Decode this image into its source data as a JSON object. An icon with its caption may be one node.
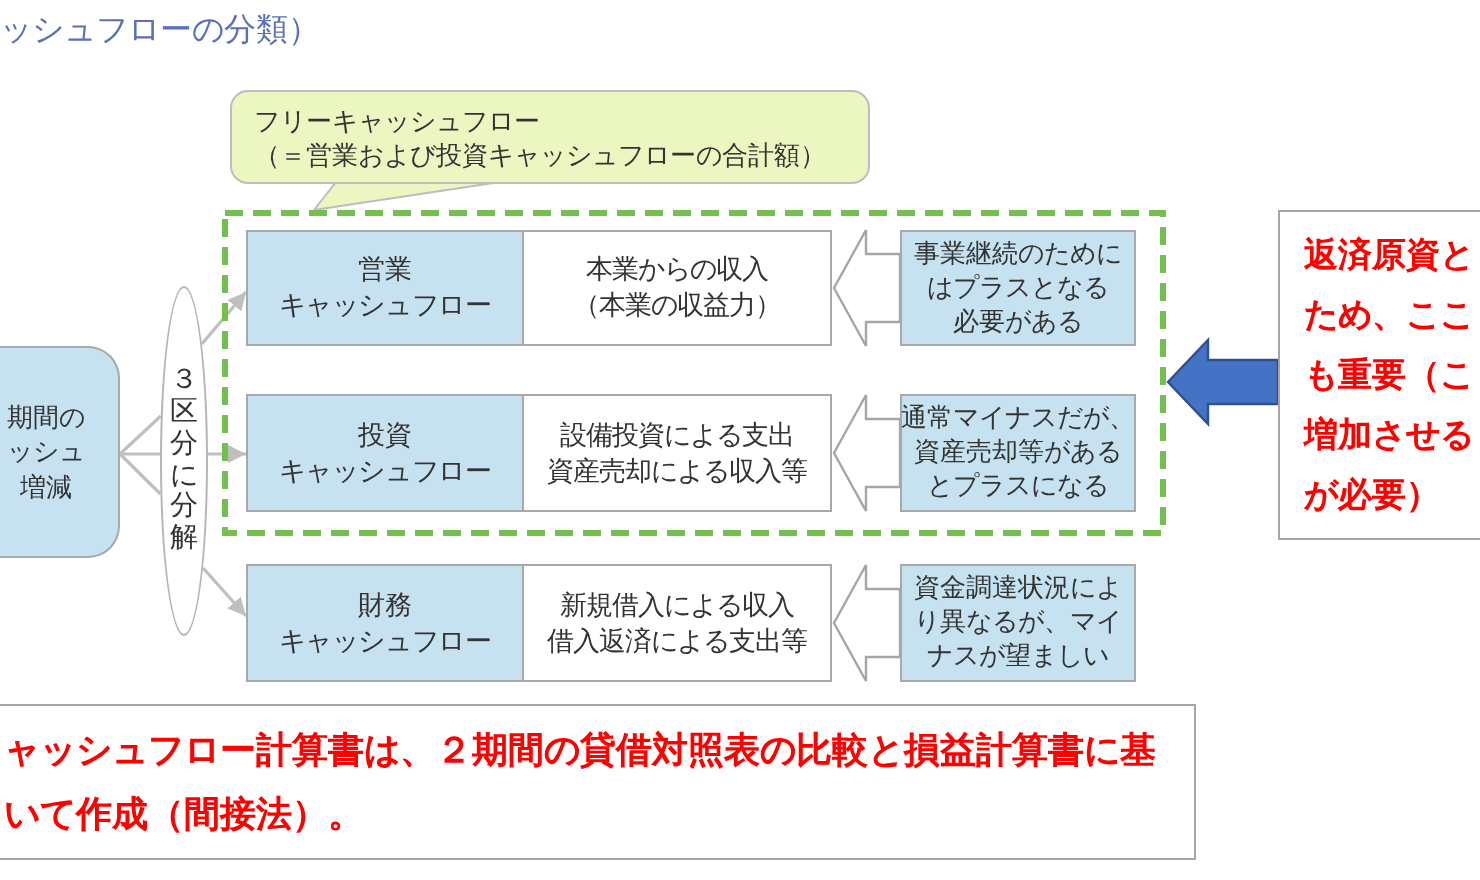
{
  "diagram": {
    "title": "ッシュフローの分類）",
    "nodes": [
      {
        "text": [
          "期間のッシュ増減"
        ]
      },
      {
        "text": [
          "３区分に分解"
        ]
      },
      {
        "text": [
          "フリーキャッシュフロー",
          "（＝営業および投資キャッシュフローの合計額）"
        ]
      },
      {
        "text": [],
        "shape": "box"
      },
      {
        "text": [
          "営業キャッシュフロー"
        ],
        "in": 3
      },
      {
        "text": [
          "本業からの収入（本業の収益力）"
        ],
        "in": 3
      },
      {
        "text": [
          "事業継続のためにはプラスとなる必要がある"
        ],
        "in": 3
      },
      {
        "text": [
          "投資キャッシュフロー"
        ],
        "in": 3
      },
      {
        "text": [
          "設備投資による支出",
          "資産売却による収入等"
        ],
        "in": 3
      },
      {
        "text": [
          "通常マイナスだが、資産売却等があるとプラスになる"
        ],
        "in": 3
      },
      {
        "text": [
          "財務キャッシュフロー"
        ]
      },
      {
        "text": [
          "新規借入による収入",
          "借入返済による支出等"
        ]
      },
      {
        "text": [
          "資金調達状況により異なるが、マイナスが望ましい"
        ]
      },
      {
        "text": [
          "返済原資とため、ここも重要（こ増加させるが必要）"
        ]
      },
      {
        "text": [
          "ャッシュフロー計算書は、２期間の貸借対照表の比較と損益計算書に基いて作成（間接法）。"
        ]
      }
    ],
    "edges": [
      {
        "from": 0,
        "to": 1,
        "arrow": "none"
      },
      {
        "from": 0,
        "to": 1,
        "arrow": "none"
      },
      {
        "from": 0,
        "to": 1,
        "arrow": "none"
      },
      {
        "from": 1,
        "to": 4,
        "arrow": "to"
      },
      {
        "from": 1,
        "to": 7,
        "arrow": "to"
      },
      {
        "from": 1,
        "to": 10,
        "arrow": "to"
      },
      {
        "from": 6,
        "to": 5,
        "arrow": "to",
        "style": "thick"
      },
      {
        "from": 9,
        "to": 8,
        "arrow": "to",
        "style": "thick"
      },
      {
        "from": 12,
        "to": 11,
        "arrow": "to",
        "style": "thick"
      },
      {
        "from": 13,
        "to": 3,
        "arrow": "to",
        "style": "thick",
        "color": "#4472c4"
      },
      {
        "from": 2,
        "to": 3,
        "arrow": "none"
      }
    ]
  }
}
